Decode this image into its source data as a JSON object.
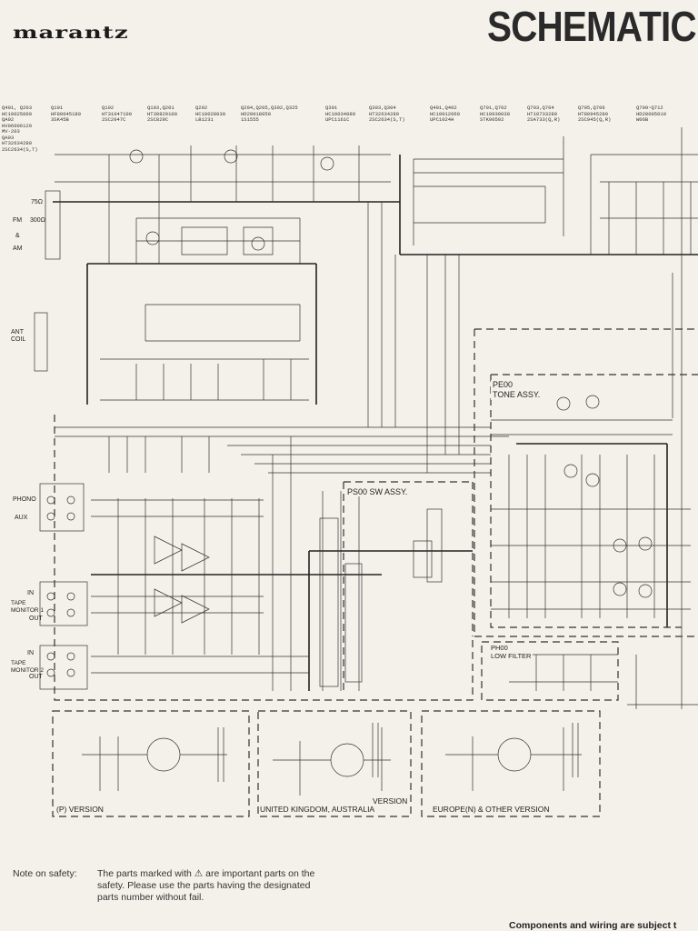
{
  "header": {
    "brand": "marantz",
    "title": "SCHEMATIC"
  },
  "transistor_labels": [
    "Q401, Q203\nHC10025060\nQA02\nHV06006120\nMV-203\nQA03\nHT32634280\n2SC2634(S,T)",
    "Q101\nHF80045180\n3SK45B",
    "Q102\nHT31047100\n2SC2047C",
    "Q103,Q201\nHT30829100\n2SC829C",
    "Q202\nHC10028030\nLB1231",
    "Q204,Q205,Q302,Q325\nHD20018050\n1S1555",
    "Q301\nHC10034080\nUPC1161C",
    "Q303,Q304\nHT32634280\n2SC2634(S,T)",
    "Q401,Q402\nHC10012060\nUPC1024H",
    "Q701,Q702\nHC10030030\nSTK00502",
    "Q703,Q704\nHT10733280\n2SA733(Q,R)",
    "Q705,Q706\nHT80945280\n2SC945(Q,R)",
    "Q709~Q712\nHD20005010\nW06B"
  ],
  "inputs": {
    "ant_75": "75Ω",
    "fm": "FM",
    "ohm300": "300Ω",
    "amp": "&",
    "am": "AM",
    "ant_coil": "ANT\nCOIL",
    "phono": "PHONO",
    "aux": "AUX",
    "in1": "IN",
    "tape_monitor_1": "TAPE\nMONITOR 1",
    "out1": "OUT",
    "in2": "IN",
    "tape_monitor_2": "TAPE\nMONITOR 2",
    "out2": "OUT"
  },
  "assemblies": {
    "tone": "PE00\nTONE ASSY.",
    "sw": "PS00 SW ASSY.",
    "filter": "PH00\nLOW FILTER"
  },
  "versions": {
    "p": "(P) VERSION",
    "uk": "UNITED KINGDOM, AUSTRALIA",
    "uk_suffix": "VERSION",
    "europe": "EUROPE(N) & OTHER VERSION"
  },
  "note": {
    "label": "Note on safety:",
    "text": "The parts marked with ⚠ are important parts on the safety. Please use the parts having the designated parts number without fail."
  },
  "footer": {
    "text": "Components and wiring are subject t"
  }
}
